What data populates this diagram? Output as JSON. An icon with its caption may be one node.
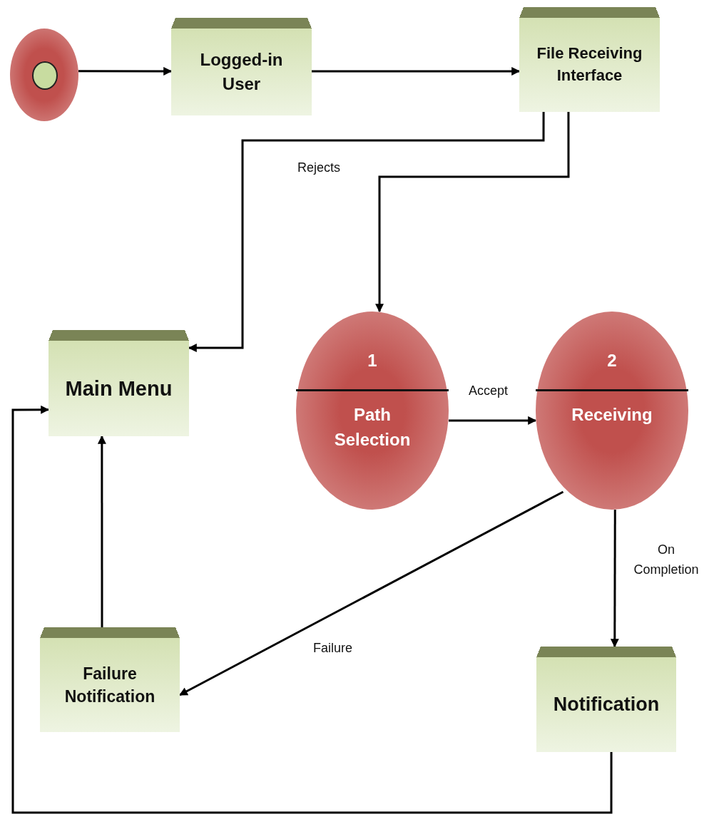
{
  "diagram": {
    "nodes": [
      {
        "text": [],
        "shape": "circle"
      },
      {
        "text": [
          "Logged-in User"
        ]
      },
      {
        "text": [
          "File Receiving Interface"
        ]
      },
      {
        "text": [
          "Main Menu"
        ]
      },
      {
        "text": [
          "1",
          "Path Selection"
        ]
      },
      {
        "text": [
          "2",
          "Receiving"
        ]
      },
      {
        "text": [
          "Failure Notification"
        ]
      },
      {
        "text": [
          "Notification"
        ]
      }
    ],
    "edges": [
      {
        "from": 0,
        "to": 1,
        "arrow": "to"
      },
      {
        "from": 1,
        "to": 2,
        "arrow": "to"
      },
      {
        "from": 2,
        "to": 3,
        "arrow": "to",
        "label": "Rejects"
      },
      {
        "from": 2,
        "to": 4,
        "arrow": "to"
      },
      {
        "from": 4,
        "to": 5,
        "arrow": "to",
        "label": "Accept"
      },
      {
        "from": 5,
        "to": 6,
        "arrow": "to",
        "label": "Failure"
      },
      {
        "from": 5,
        "to": 7,
        "arrow": "to",
        "label": "On Completion"
      },
      {
        "from": 6,
        "to": 3,
        "arrow": "to"
      },
      {
        "from": 7,
        "to": 3,
        "arrow": "to"
      }
    ]
  }
}
